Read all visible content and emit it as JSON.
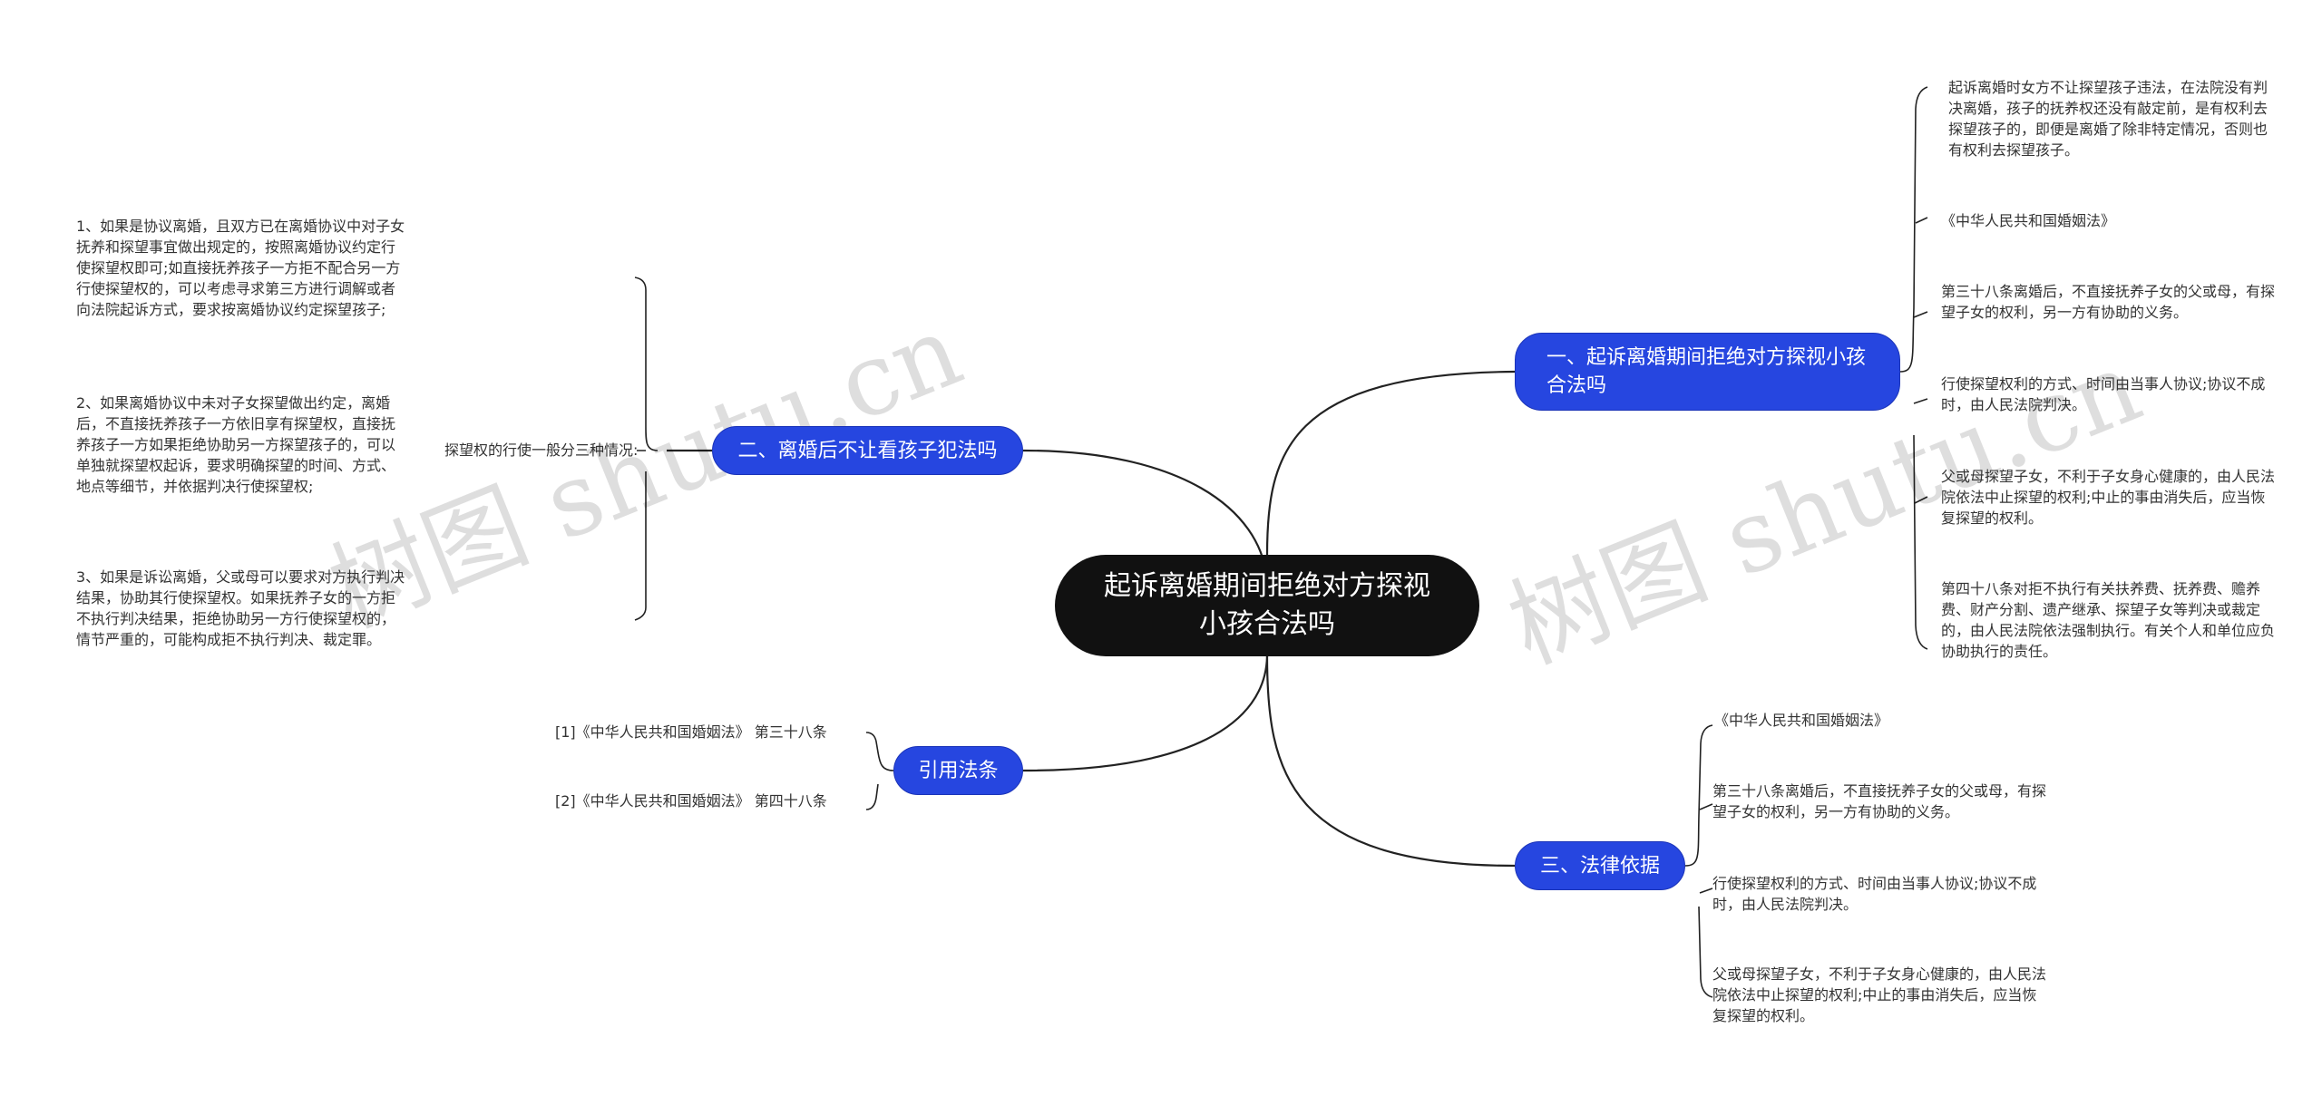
{
  "colors": {
    "root_bg": "#111111",
    "topic_bg": "#2646e0",
    "line": "#222222",
    "text": "#333333"
  },
  "watermark": "树图 shutu.cn",
  "root": "起诉离婚期间拒绝对方探视小孩合法吗",
  "branches": {
    "b1": {
      "label": "一、起诉离婚期间拒绝对方探视小孩合法吗",
      "items": [
        "起诉离婚时女方不让探望孩子违法，在法院没有判决离婚，孩子的抚养权还没有敲定前，是有权利去探望孩子的，即便是离婚了除非特定情况，否则也有权利去探望孩子。",
        "《中华人民共和国婚姻法》",
        "第三十八条离婚后，不直接抚养子女的父或母，有探望子女的权利，另一方有协助的义务。",
        "行使探望权利的方式、时间由当事人协议;协议不成时，由人民法院判决。",
        "父或母探望子女，不利于子女身心健康的，由人民法院依法中止探望的权利;中止的事由消失后，应当恢复探望的权利。",
        "第四十八条对拒不执行有关扶养费、抚养费、赡养费、财产分割、遗产继承、探望子女等判决或裁定的，由人民法院依法强制执行。有关个人和单位应负协助执行的责任。"
      ]
    },
    "b2": {
      "label": "二、离婚后不让看孩子犯法吗",
      "middle": "探望权的行使一般分三种情况:",
      "items": [
        "1、如果是协议离婚，且双方已在离婚协议中对子女抚养和探望事宜做出规定的，按照离婚协议约定行使探望权即可;如直接抚养孩子一方拒不配合另一方行使探望权的，可以考虑寻求第三方进行调解或者向法院起诉方式，要求按离婚协议约定探望孩子;",
        "2、如果离婚协议中未对子女探望做出约定，离婚后，不直接抚养孩子一方依旧享有探望权，直接抚养孩子一方如果拒绝协助另一方探望孩子的，可以单独就探望权起诉，要求明确探望的时间、方式、地点等细节，并依据判决行使探望权;",
        "3、如果是诉讼离婚，父或母可以要求对方执行判决结果，协助其行使探望权。如果抚养子女的一方拒不执行判决结果，拒绝协助另一方行使探望权的，情节严重的，可能构成拒不执行判决、裁定罪。"
      ]
    },
    "b3": {
      "label": "三、法律依据",
      "items": [
        "《中华人民共和国婚姻法》",
        "第三十八条离婚后，不直接抚养子女的父或母，有探望子女的权利，另一方有协助的义务。",
        "行使探望权利的方式、时间由当事人协议;协议不成时，由人民法院判决。",
        "父或母探望子女，不利于子女身心健康的，由人民法院依法中止探望的权利;中止的事由消失后，应当恢复探望的权利。"
      ]
    },
    "b4": {
      "label": "引用法条",
      "items": [
        "[1]《中华人民共和国婚姻法》 第三十八条",
        "[2]《中华人民共和国婚姻法》 第四十八条"
      ]
    }
  }
}
